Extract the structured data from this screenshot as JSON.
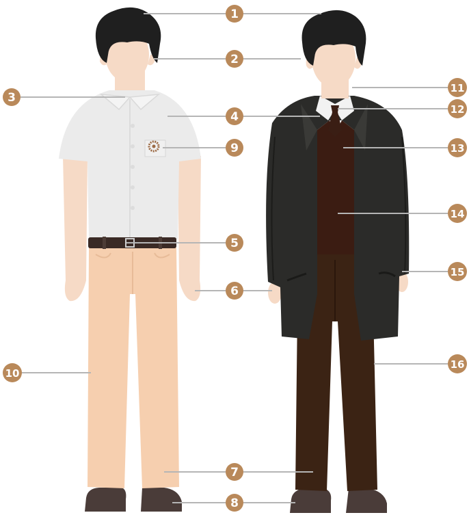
{
  "diagram": {
    "badge_color": "#b9895a",
    "leader_color": "#b5b5b5",
    "figures": [
      {
        "name": "summer-uniform",
        "skin_color": "#f6dac6",
        "hair_color": "#1f1f1f",
        "shirt_color": "#ebebeb",
        "belt_color": "#3a2a25",
        "trousers_color": "#f6cfaf",
        "shoes_color": "#4a3c39",
        "emblem_color": "#9c6a44"
      },
      {
        "name": "winter-uniform",
        "skin_color": "#f6dac6",
        "hair_color": "#1f1f1f",
        "coat_color": "#2b2b29",
        "vest_color": "#3b1c12",
        "tie_color": "#3a1e14",
        "shirt_color": "#f2f2f2",
        "trousers_color": "#3b2314",
        "shoes_color": "#4a3c39"
      }
    ],
    "callouts": [
      {
        "num": "1"
      },
      {
        "num": "2"
      },
      {
        "num": "3"
      },
      {
        "num": "4"
      },
      {
        "num": "5"
      },
      {
        "num": "6"
      },
      {
        "num": "7"
      },
      {
        "num": "8"
      },
      {
        "num": "9"
      },
      {
        "num": "10"
      },
      {
        "num": "11"
      },
      {
        "num": "12"
      },
      {
        "num": "13"
      },
      {
        "num": "14"
      },
      {
        "num": "15"
      },
      {
        "num": "16"
      }
    ]
  }
}
